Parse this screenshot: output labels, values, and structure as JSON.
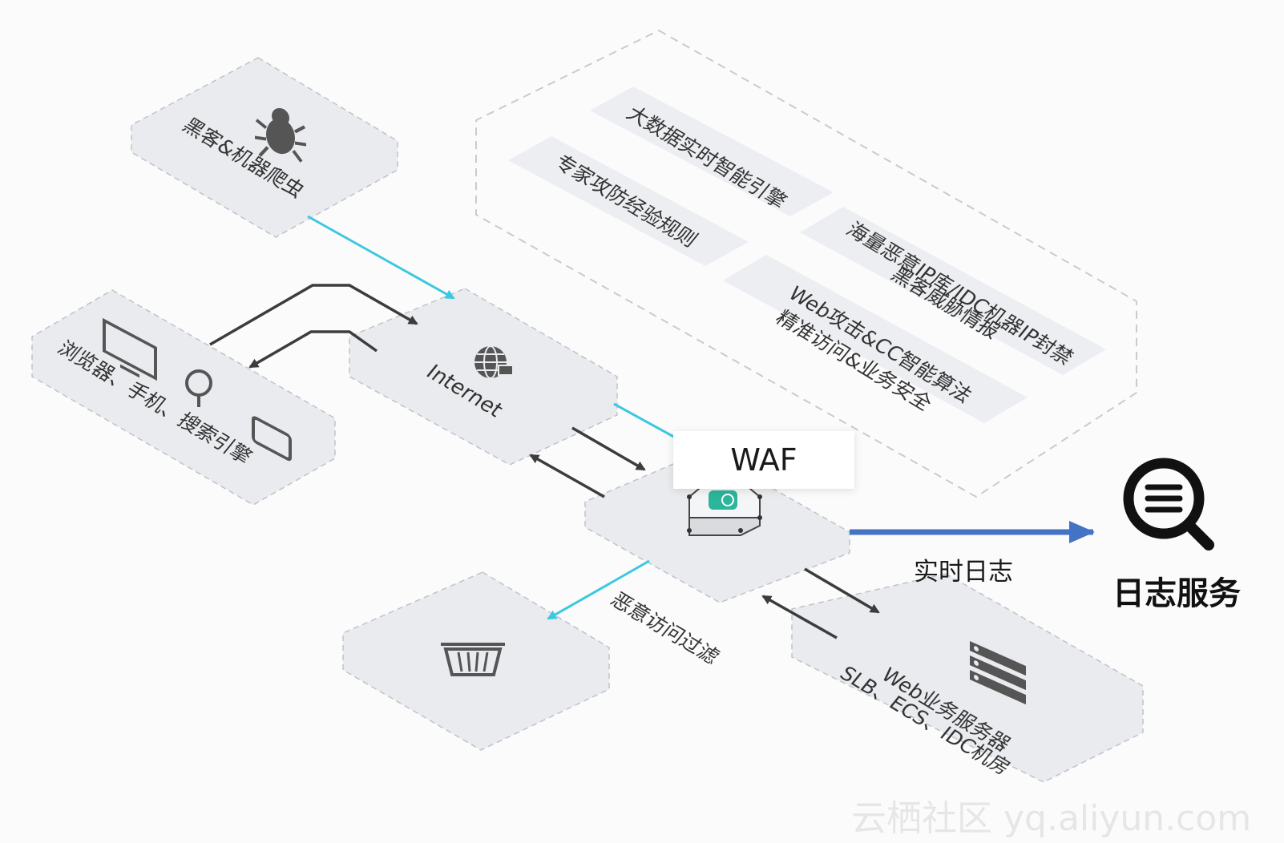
{
  "nodes": {
    "hacker": {
      "label": "黑客&机器爬虫",
      "icon": "bug-icon"
    },
    "clients": {
      "label": "浏览器、手机、搜索引擎",
      "icons": [
        "monitor-icon",
        "search-icon",
        "phone-icon"
      ]
    },
    "internet": {
      "label": "Internet",
      "icon": "globe-icon"
    },
    "waf": {
      "label": "WAF",
      "icon": "waf-device-icon"
    },
    "trash": {
      "icon": "trash-icon"
    },
    "web_servers": {
      "line1": "Web业务服务器",
      "line2": "SLB、ECS、IDC机房",
      "icon": "server-icon"
    },
    "log_service": {
      "label": "日志服务",
      "icon": "log-search-icon"
    }
  },
  "engine_panel": {
    "items": [
      "大数据实时智能引擎",
      "专家攻防经验规则",
      "海量恶意IP库/IDC机器IP封禁",
      "黑客威胁情报",
      "Web攻击&CC智能算法",
      "精准访问&业务安全"
    ]
  },
  "edges": {
    "malicious_filter": "恶意访问过滤",
    "realtime_log": "实时日志"
  },
  "watermark": "云栖社区 yq.aliyun.com",
  "colors": {
    "tile": "#e9ebee",
    "tile_border": "#bfc3c8",
    "cyan_line": "#3cc8e0",
    "dark_arrow": "#3c3c3c",
    "blue_arrow": "#4472c4",
    "waf_teal": "#2bb59a"
  }
}
